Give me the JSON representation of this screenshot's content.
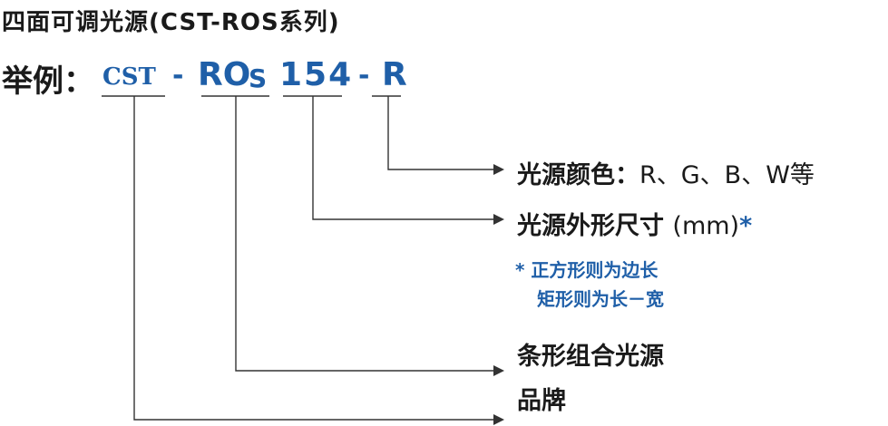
{
  "title": "四面可调光源(CST-ROS系列)",
  "example": {
    "label": "举例：",
    "code_brand": "CST",
    "dash": "-",
    "code_type_ro": "RO",
    "code_type_s": "S",
    "code_size": "154",
    "code_color": "R"
  },
  "descriptions": {
    "color_label": "光源颜色：",
    "color_values": "R、G、B、W等",
    "size_label": "光源外形尺寸",
    "size_unit": "(mm)",
    "size_star": "*",
    "note_line1": "* 正方形则为边长",
    "note_line2": "矩形则为长－宽",
    "type_label": "条形组合光源",
    "brand_label": "品牌"
  },
  "colors": {
    "accent": "#1f5fa8",
    "text": "#1a1a1a",
    "line": "#333333"
  }
}
